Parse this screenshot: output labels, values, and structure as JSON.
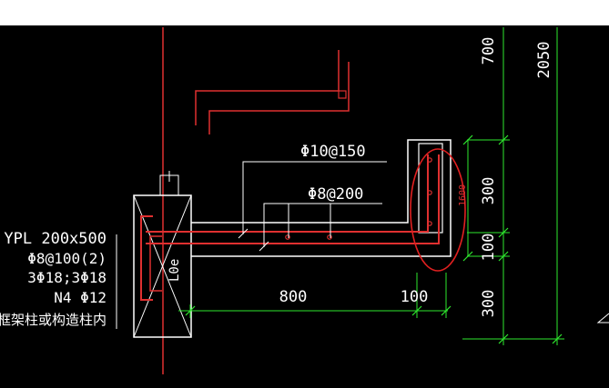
{
  "colors": {
    "background": "#000000",
    "top_band": "#ffffff",
    "red": "#e03030",
    "white": "#ffffff",
    "green": "#2ee82e",
    "circle": "#e02020"
  },
  "labels": {
    "rebar_top": "Φ10@150",
    "rebar_mid": "Φ8@200",
    "anchor": "L0e"
  },
  "beam_note": {
    "line1": "YPL 200x500",
    "line2": "Φ8@100(2)",
    "line3": "3Φ18;3Φ18",
    "line4": "N4 Φ12",
    "line5": "植入框架柱或构造柱内"
  },
  "dimensions": {
    "h_800": "800",
    "h_100": "100",
    "v_700": "700",
    "v_300_top": "300",
    "v_100": "100",
    "v_300_bottom": "300",
    "v_2050": "2050",
    "v_1600": "1600"
  }
}
